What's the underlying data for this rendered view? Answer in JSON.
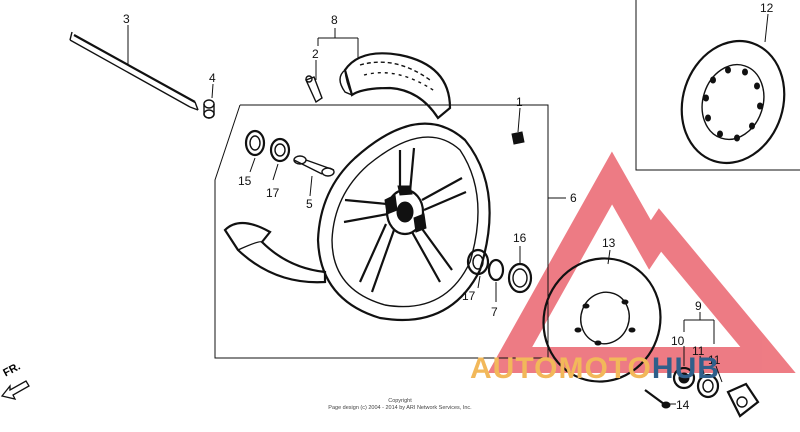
{
  "callouts": {
    "c1": "1",
    "c2": "2",
    "c3": "3",
    "c4": "4",
    "c5": "5",
    "c6": "6",
    "c7a": "7",
    "c7b": "7",
    "c8": "8",
    "c9": "9",
    "c10": "10",
    "c11a": "11",
    "c11b": "11",
    "c12": "12",
    "c13": "13",
    "c14": "14",
    "c15": "15",
    "c16": "16",
    "c17a": "17",
    "c17b": "17"
  },
  "direction_label": "FR.",
  "copyright": {
    "line1": "Copyright",
    "line2": "Page design (c) 2004 - 2014 by ARI Network Services, Inc."
  },
  "watermark": {
    "part_a": "AUTO",
    "part_b": "MOTO",
    "part_c": "HUB"
  },
  "colors": {
    "watermark_red": "#e8505b",
    "watermark_orange": "#f2b85a",
    "watermark_blue": "#2f5f8a"
  }
}
